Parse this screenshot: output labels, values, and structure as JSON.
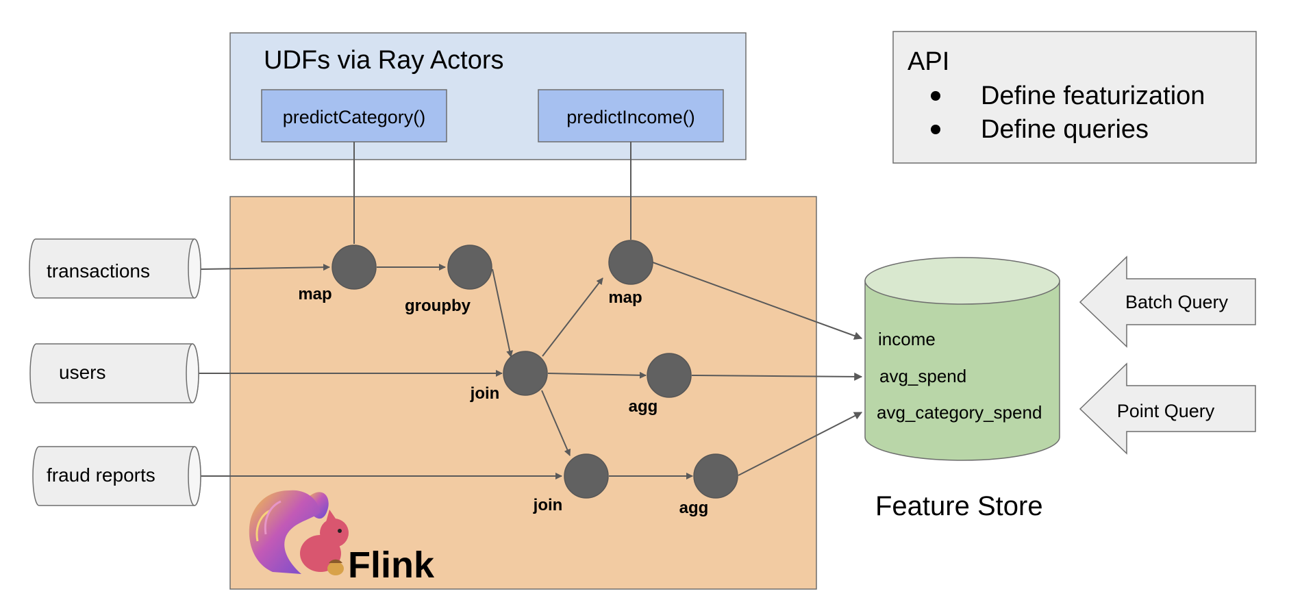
{
  "udf_panel": {
    "title": "UDFs via Ray Actors",
    "functions": [
      "predictCategory()",
      "predictIncome()"
    ]
  },
  "api_panel": {
    "title": "API",
    "bullets": [
      "Define featurization",
      "Define queries"
    ]
  },
  "sources": [
    "transactions",
    "users",
    "fraud reports"
  ],
  "operators": {
    "map1": "map",
    "groupby": "groupby",
    "map2": "map",
    "join1": "join",
    "agg1": "agg",
    "join2": "join",
    "agg2": "agg"
  },
  "flink": {
    "logo_text": "Flink"
  },
  "feature_store": {
    "caption": "Feature Store",
    "features": [
      "income",
      "avg_spend",
      "avg_category_spend"
    ]
  },
  "queries": [
    "Batch Query",
    "Point Query"
  ],
  "colors": {
    "udf_panel_bg": "#d6e2f2",
    "udf_box_bg": "#a6c0f0",
    "api_panel_bg": "#eeeeee",
    "flink_bg": "#f2cba2",
    "store_body": "#b9d6a8",
    "store_top": "#d9e8cf",
    "node": "#616161",
    "arrow_fill": "#eeeeee"
  }
}
